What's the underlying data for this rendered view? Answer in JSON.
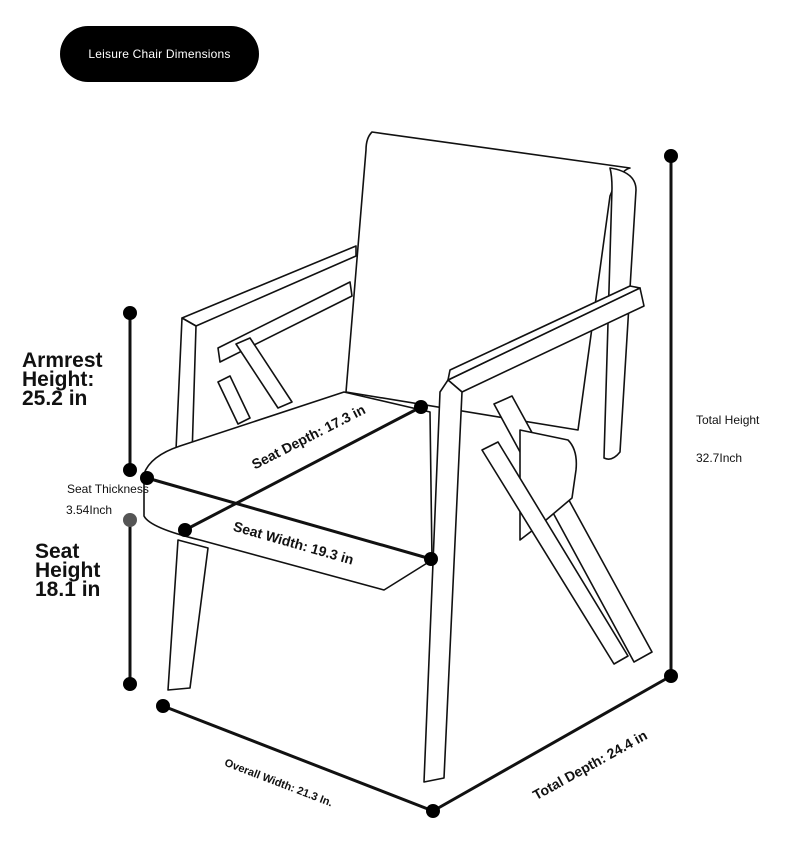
{
  "title": "Leisure Chair Dimensions",
  "labels": {
    "armrest_height_line1": "Armrest",
    "armrest_height_line2": "Height:",
    "armrest_height_line3": "25.2 in",
    "seat_height_line1": "Seat",
    "seat_height_line2": "Height",
    "seat_height_line3": "18.1 in",
    "seat_thickness_label": "Seat Thickness",
    "seat_thickness_value": "3.54Inch",
    "total_height_label": "Total Height",
    "total_height_value": "32.7Inch",
    "seat_depth": "Seat Depth: 17.3 in",
    "seat_width": "Seat Width: 19.3 in",
    "overall_width": "Overall Width: 21.3 In.",
    "total_depth": "Total Depth: 24.4 in"
  },
  "colors": {
    "line": "#111111",
    "chair_fill": "#ffffff",
    "thickness_dot": "#555555"
  }
}
